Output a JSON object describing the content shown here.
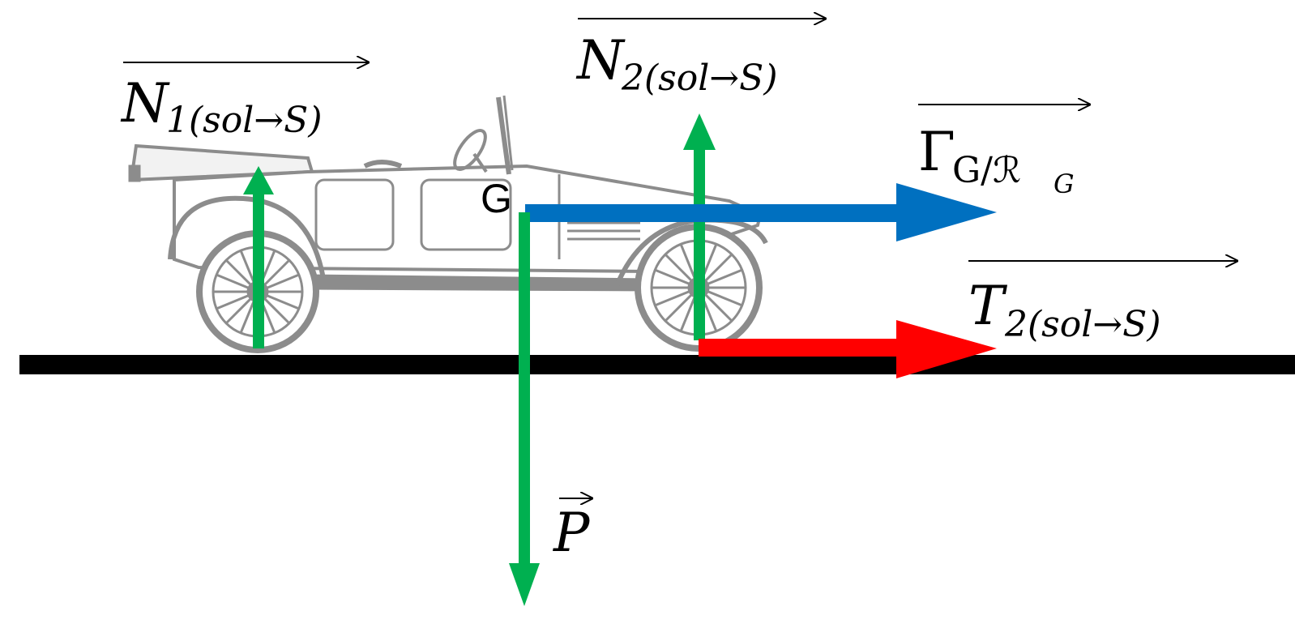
{
  "point_label": "G",
  "forces": {
    "n1": {
      "symbol": "N",
      "subscript": "1(sol→S)",
      "color": "#00b050"
    },
    "n2": {
      "symbol": "N",
      "subscript": "2(sol→S)",
      "color": "#00b050"
    },
    "gamma": {
      "symbol": "Γ",
      "subscript": "G/ℛ",
      "subscript_tail": "G",
      "color": "#0070c0"
    },
    "t2": {
      "symbol": "T",
      "subscript": "2(sol→S)",
      "color": "#ff0000"
    },
    "p": {
      "symbol": "P",
      "color": "#00b050"
    }
  },
  "ground_color": "#000000",
  "car_color": "#8c8c8c"
}
